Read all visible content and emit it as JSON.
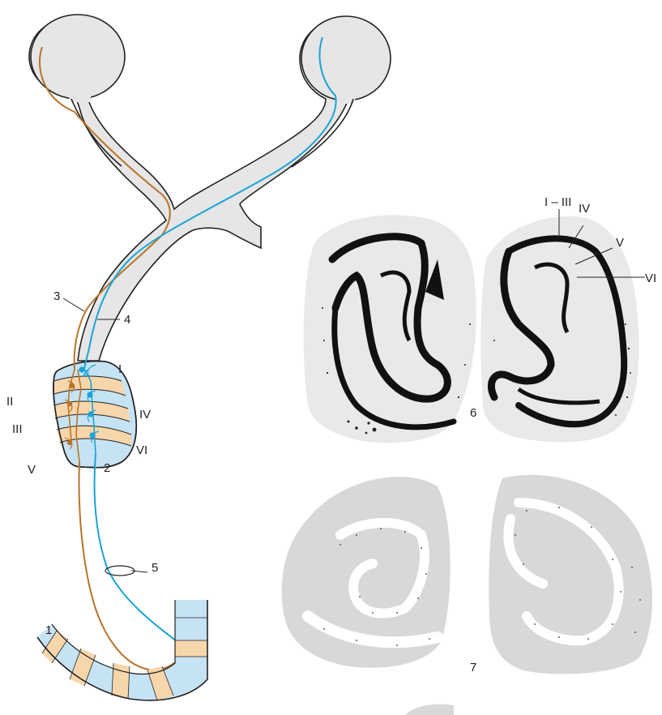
{
  "labels": {
    "n1": "1",
    "n2": "2",
    "n3": "3",
    "n4": "4",
    "n5": "5",
    "n6": "6",
    "n7": "7",
    "layer_I": "I",
    "layer_II": "II",
    "layer_III": "III",
    "layer_IV": "IV",
    "layer_V": "V",
    "layer_VI": "VI",
    "upper_I_III": "I – III",
    "upper_IV": "IV",
    "upper_V": "V",
    "upper_VI": "VI"
  },
  "colors": {
    "contralateral_pathway": "#b8742a",
    "ipsilateral_pathway": "#1aa3d6",
    "tissue_fill": "#e6e6e6",
    "layer_orange": "#f8d6ac",
    "layer_blue": "#c6e3f4",
    "stain_dark": "#111111",
    "section_grey": "#d8d8d8"
  }
}
